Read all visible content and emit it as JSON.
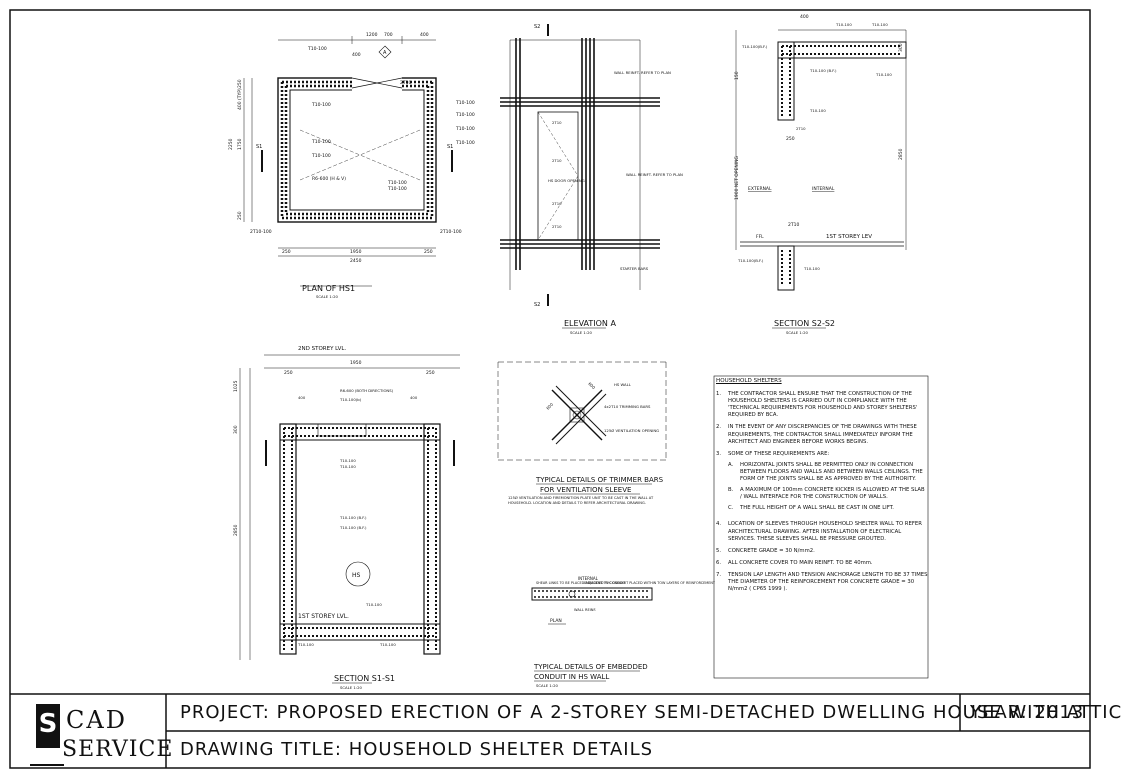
{
  "drawings": {
    "plan": {
      "title": "PLAN OF HS1",
      "scale": "SCALE 1:20",
      "dims_top": [
        "1200",
        "700",
        "400"
      ],
      "dims_bottom": [
        "250",
        "1950",
        "250"
      ],
      "dim_total": "2450",
      "dims_left": [
        "250",
        "400 (TYP)",
        "1750",
        "2250",
        "250"
      ],
      "labels": [
        "T10-100",
        "2T10",
        "T10-100",
        "T10-100",
        "T10-100",
        "R6-600 (H & V)",
        "T10-100",
        "T10-100",
        "2T10-100",
        "2T10-100",
        "400",
        "T10-100",
        "T10-100",
        "T10-100",
        "T10-100"
      ],
      "section_marks": [
        "S1",
        "S1"
      ],
      "view_tag": "A"
    },
    "elevation": {
      "title": "ELEVATION A",
      "scale": "SCALE 1:20",
      "labels": [
        "WALL REINFT. REFER TO PLAN",
        "WALL REINFT. REFER TO PLAN",
        "HS DOOR OPENING",
        "STARTER BARS",
        "2T10",
        "2T10",
        "2T10",
        "2T10"
      ],
      "section_marks": [
        "S2",
        "S2"
      ]
    },
    "section_s2": {
      "title": "SECTION S2-S2",
      "scale": "SCALE 1:20",
      "dims": [
        "400",
        "300",
        "2850",
        "1900 NET OPENING",
        "250",
        "150"
      ],
      "labels": [
        "T10-100",
        "T10-100",
        "T10-100(B.F.)",
        "T10-100 (B.F.)",
        "T10-100",
        "T10-100",
        "2T10",
        "EXTERNAL",
        "INTERNAL",
        "2T10",
        "FFL",
        "1ST STOREY LEV",
        "T10-100(B.F.)",
        "T10-100"
      ]
    },
    "section_s1": {
      "title": "SECTION S1-S1",
      "scale": "SCALE 1:20",
      "level_top": "2ND STOREY LVL.",
      "level_bottom": "1ST STOREY LVL.",
      "dims_top": [
        "250",
        "1950",
        "250"
      ],
      "dims_left": [
        "1025",
        "300",
        "2850"
      ],
      "labels": [
        "R6-600 (BOTH DIRECTIONS)",
        "T10-100(b)",
        "400",
        "400",
        "T10-100",
        "T10-100",
        "T10-100 (B.F.)",
        "T10-100 (B.F.)",
        "T10-100",
        "T10-100",
        "T10-100"
      ],
      "tag": "HS"
    },
    "trimmer": {
      "title_line1": "TYPICAL DETAILS OF TRIMMER BARS",
      "title_line2": "FOR VENTILATION SLEEVE",
      "labels": [
        "HS WALL",
        "4x2T10 TRIMMING BARS",
        "125Ø VENTILATION OPENING",
        "600",
        "600"
      ],
      "note": "125Ø VENTILATION AND FIREMONITION PLATE UNIT TO BE CAST IN THE WALL AT HOUSEHOLD. LOCATION AND DETAILS TO REFER ARCHITECTURAL DRAWING."
    },
    "conduit": {
      "title_line1": "TYPICAL DETAILS OF EMBEDDED",
      "title_line2": "CONDUIT IN HS WALL",
      "scale": "SCALE 1:20",
      "labels": [
        "INTERNAL",
        "SHEAR LINKS TO BE PLACED ADJACENT TO CONDUIT",
        "EMBEDDED PVC CONDUIT PLACED WITHIN TOW LAYERS OF REINFORCEMENT",
        "WALL REINF.",
        "PLAN"
      ]
    }
  },
  "notes": {
    "heading": "HOUSEHOLD SHELTERS",
    "items": [
      {
        "num": "1.",
        "text": "THE CONTRACTOR SHALL ENSURE THAT THE CONSTRUCTION OF THE HOUSEHOLD SHELTERS IS CARRIED OUT IN COMPLIANCE WITH THE 'TECHNICAL REQUIREMENTS FOR HOUSEHOLD AND STOREY SHELTERS' REQUIRED BY BCA."
      },
      {
        "num": "2.",
        "text": "IN THE EVENT OF ANY DISCREPANCIES OF THE DRAWINGS WITH THESE REQUIREMENTS, THE CONTRACTOR SHALL IMMEDIATELY INFORM THE ARCHITECT AND ENGINEER BEFORE WORKS BEGINS."
      },
      {
        "num": "3.",
        "text": "SOME OF THESE REQUIREMENTS ARE:"
      },
      {
        "num": "4.",
        "text": "LOCATION OF SLEEVES THROUGH HOUSEHOLD SHELTER WALL TO REFER ARCHITECTURAL DRAWING. AFTER INSTALLATION OF ELECTRICAL SERVICES. THESE SLEEVES SHALL BE PRESSURE GROUTED."
      },
      {
        "num": "5.",
        "text": "CONCRETE GRADE = 30 N/mm2."
      },
      {
        "num": "6.",
        "text": "ALL CONCRETE COVER TO MAIN REINFT. TO BE 40mm."
      },
      {
        "num": "7.",
        "text": "TENSION LAP LENGTH AND TENSION ANCHORAGE LENGTH TO BE 37 TIMES THE DIAMETER OF THE REINFORCEMENT FOR CONCRETE GRADE = 30 N/mm2 ( CP65 1999 )."
      }
    ],
    "sub_items": [
      {
        "letter": "A.",
        "text": "HORIZONTAL JOINTS SHALL BE PERMITTED ONLY IN CONNECTION BETWEEN FLOORS AND WALLS AND BETWEEN WALLS CEILINGS. THE FORM OF THE JOINTS SHALL BE AS APPROVED BY THE AUTHORITY."
      },
      {
        "letter": "B.",
        "text": "A MAXIMUM OF 100mm CONCRETE KICKER IS ALLOWED AT THE SLAB / WALL INTERFACE FOR THE CONSTRUCTION OF WALLS."
      },
      {
        "letter": "C.",
        "text": "THE FULL HEIGHT OF A WALL SHALL BE CAST IN ONE LIFT."
      }
    ]
  },
  "title_block": {
    "logo_letter": "S",
    "logo_line1": "CAD",
    "logo_line2": "SERVICE",
    "project": "PROJECT: PROPOSED ERECTION OF A 2-STOREY SEMI-DETACHED DWELLING HOUSE WITH ATTIC",
    "year": "YEAR: 2013",
    "drawing_title": "DRAWING TITLE: HOUSEHOLD SHELTER DETAILS"
  }
}
